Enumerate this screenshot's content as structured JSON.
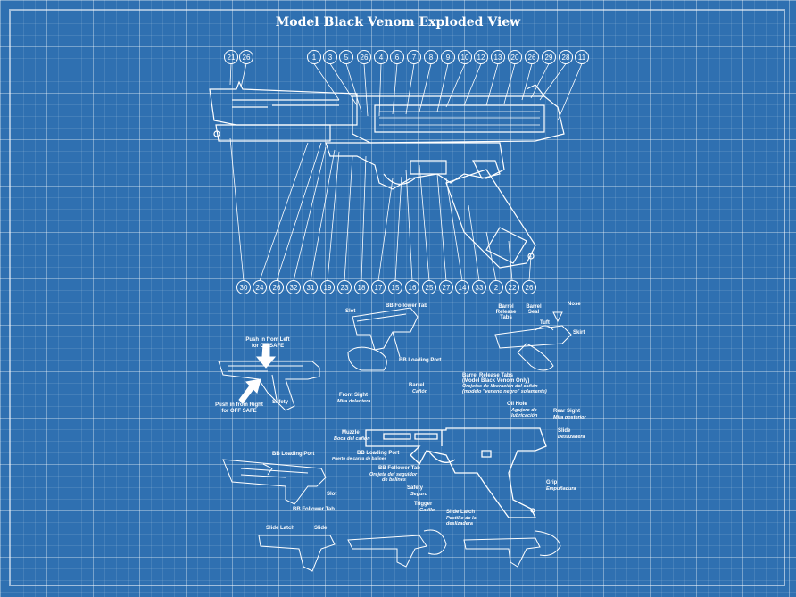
{
  "title": "Model Black Venom  Exploded View",
  "top_callouts": [
    "21",
    "26",
    "1",
    "3",
    "5",
    "26",
    "4",
    "6",
    "7",
    "8",
    "9",
    "10",
    "12",
    "13",
    "20",
    "26",
    "29",
    "28",
    "11"
  ],
  "bottom_callouts": [
    "30",
    "24",
    "26",
    "32",
    "31",
    "19",
    "23",
    "18",
    "17",
    "15",
    "16",
    "25",
    "27",
    "14",
    "33",
    "2",
    "22",
    "26"
  ],
  "safety_panel": {
    "push_left": [
      "Push in from Left",
      "for ON SAFE"
    ],
    "push_right": [
      "Push in from Right",
      "for OFF SAFE"
    ],
    "safety": "Safety"
  },
  "loading_panel": {
    "follower_tab": "BB Follower Tab",
    "slot": "Slot",
    "loading_port": "BB Loading Port"
  },
  "barrel_panel": {
    "barrel_release": [
      "Barrel",
      "Release",
      "Tabs"
    ],
    "barrel_seal": [
      "Barrel",
      "Seal"
    ],
    "tuft": "Tuft",
    "nose": "Nose",
    "skirt": "Skirt"
  },
  "parts_diagram": {
    "barrel_release_tabs": [
      "Barrel Release Tabs",
      "(Model Black Venom Only)"
    ],
    "barrel_release_tabs_es": [
      "Orejetas de liberación del cañón",
      "(modelo \"veneno negro\" solamente)"
    ],
    "barrel": "Barrel",
    "barrel_es": "Cañón",
    "front_sight": "Front Sight",
    "front_sight_es": "Mira delantera",
    "oil_hole": "Oil Hole",
    "oil_hole_es": [
      "Agujero de",
      "lubricación"
    ],
    "rear_sight": "Rear Sight",
    "rear_sight_es": "Mira posterior",
    "slide": "Slide",
    "slide_es": "Deslizadera",
    "muzzle": "Muzzle",
    "muzzle_es": "Boca del cañón",
    "bb_loading_port": "BB Loading Port",
    "bb_loading_port_es": "Puerto de carga de balines",
    "bb_follower_tab": "BB Follower Tab",
    "bb_follower_tab_es": [
      "Orejeta del seguidor",
      "de balines"
    ],
    "safety": "Safety",
    "safety_es": "Seguro",
    "trigger": "Trigger",
    "trigger_es": "Gatillo",
    "slide_latch": "Slide Latch",
    "slide_latch_es": [
      "Pestillo de la",
      "deslizadera"
    ],
    "grip": "Grip",
    "grip_es": "Empuñadura"
  },
  "left_panel": {
    "loading_port": "BB Loading Port",
    "slot": "Slot",
    "follower_tab": "BB Follower Tab"
  },
  "bottom_panel": {
    "slide_latch": "Slide Latch",
    "slide": "Slide"
  }
}
